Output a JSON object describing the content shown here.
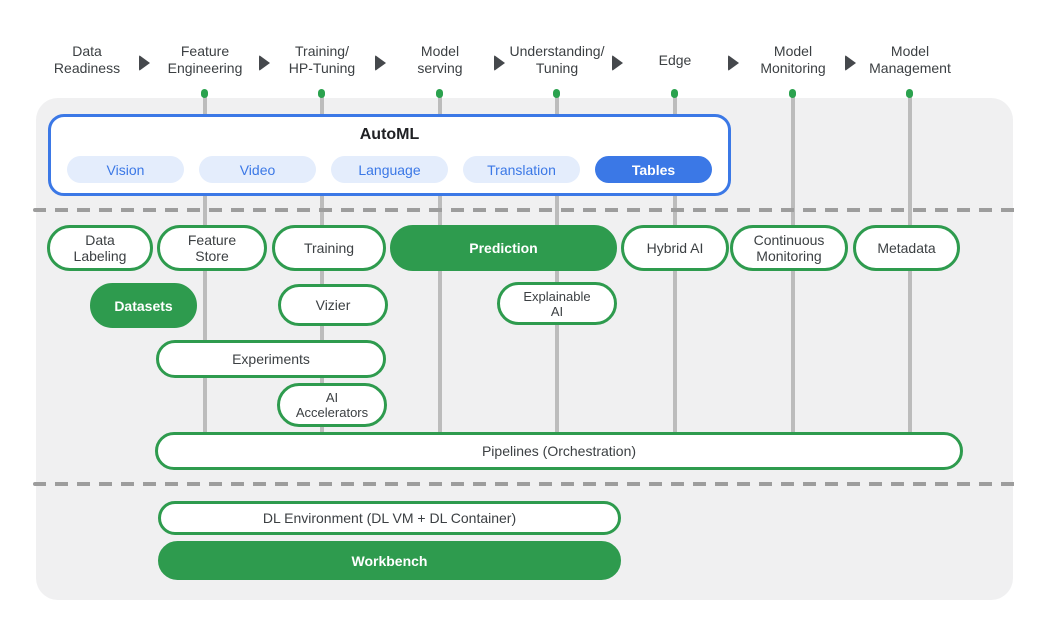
{
  "colors": {
    "green": "#2e9b4e",
    "blue": "#3b78e6",
    "light_blue_pill_bg": "#e4edfc",
    "panel_bg": "#f0f0f1",
    "connector_line": "#bcbcbc",
    "dashed_divider": "#9d9d9d",
    "text_dark": "#3c4043"
  },
  "stages": [
    {
      "label": "Data\nReadiness"
    },
    {
      "label": "Feature\nEngineering"
    },
    {
      "label": "Training/\nHP-Tuning"
    },
    {
      "label": "Model\nserving"
    },
    {
      "label": "Understanding/\nTuning"
    },
    {
      "label": "Edge"
    },
    {
      "label": "Model\nMonitoring"
    },
    {
      "label": "Model\nManagement"
    }
  ],
  "automl": {
    "title": "AutoML",
    "tabs": [
      {
        "label": "Vision",
        "active": false
      },
      {
        "label": "Video",
        "active": false
      },
      {
        "label": "Language",
        "active": false
      },
      {
        "label": "Translation",
        "active": false
      },
      {
        "label": "Tables",
        "active": true
      }
    ]
  },
  "components": {
    "data_labeling": "Data\nLabeling",
    "feature_store": "Feature\nStore",
    "training": "Training",
    "prediction": "Prediction",
    "hybrid_ai": "Hybrid AI",
    "continuous_monitoring": "Continuous\nMonitoring",
    "metadata": "Metadata",
    "datasets": "Datasets",
    "vizier": "Vizier",
    "explainable_ai": "Explainable\nAI",
    "experiments": "Experiments",
    "ai_accelerators": "AI\nAccelerators",
    "pipelines": "Pipelines (Orchestration)",
    "dl_environment": "DL Environment (DL VM + DL Container)",
    "workbench": "Workbench"
  }
}
